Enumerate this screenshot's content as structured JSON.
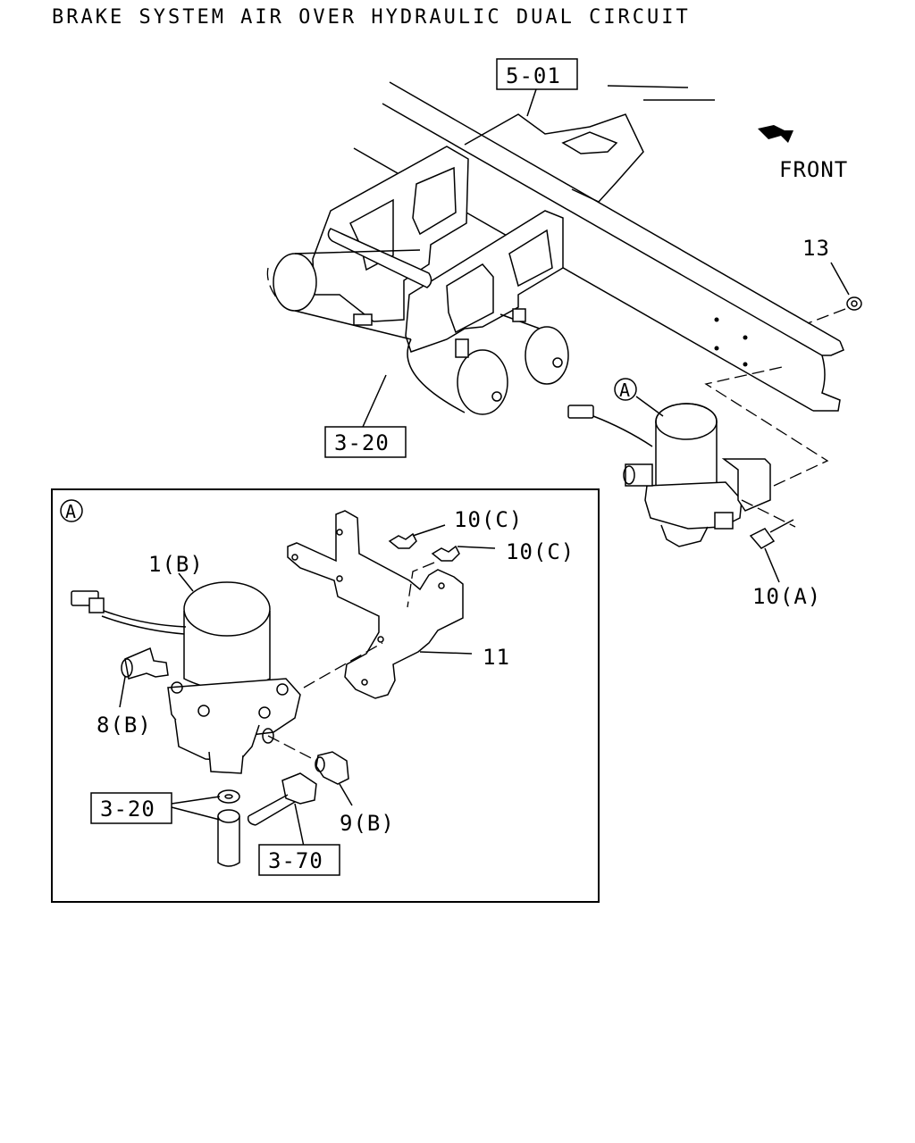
{
  "title": "BRAKE SYSTEM AIR OVER HYDRAULIC DUAL CIRCUIT",
  "direction_label": "FRONT",
  "detail_marker": "A",
  "references": {
    "ref_5_01": "5-01",
    "ref_3_20_top": "3-20",
    "ref_3_20_inset": "3-20",
    "ref_3_70": "3-70"
  },
  "callouts": {
    "p13": "13",
    "p10a": "10(A)",
    "p10c_1": "10(C)",
    "p10c_2": "10(C)",
    "p11": "11",
    "p1b": "1(B)",
    "p8b": "8(B)",
    "p9b": "9(B)"
  }
}
